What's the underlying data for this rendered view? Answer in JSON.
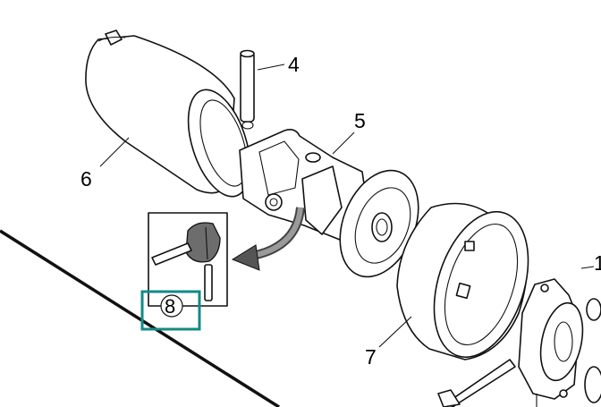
{
  "callouts": {
    "c4": "4",
    "c5": "5",
    "c6": "6",
    "c7": "7",
    "c8": "8",
    "c1": "1"
  },
  "colors": {
    "highlight": "#138a86",
    "line": "#111111",
    "detail_grey": "#6d6d6d"
  }
}
